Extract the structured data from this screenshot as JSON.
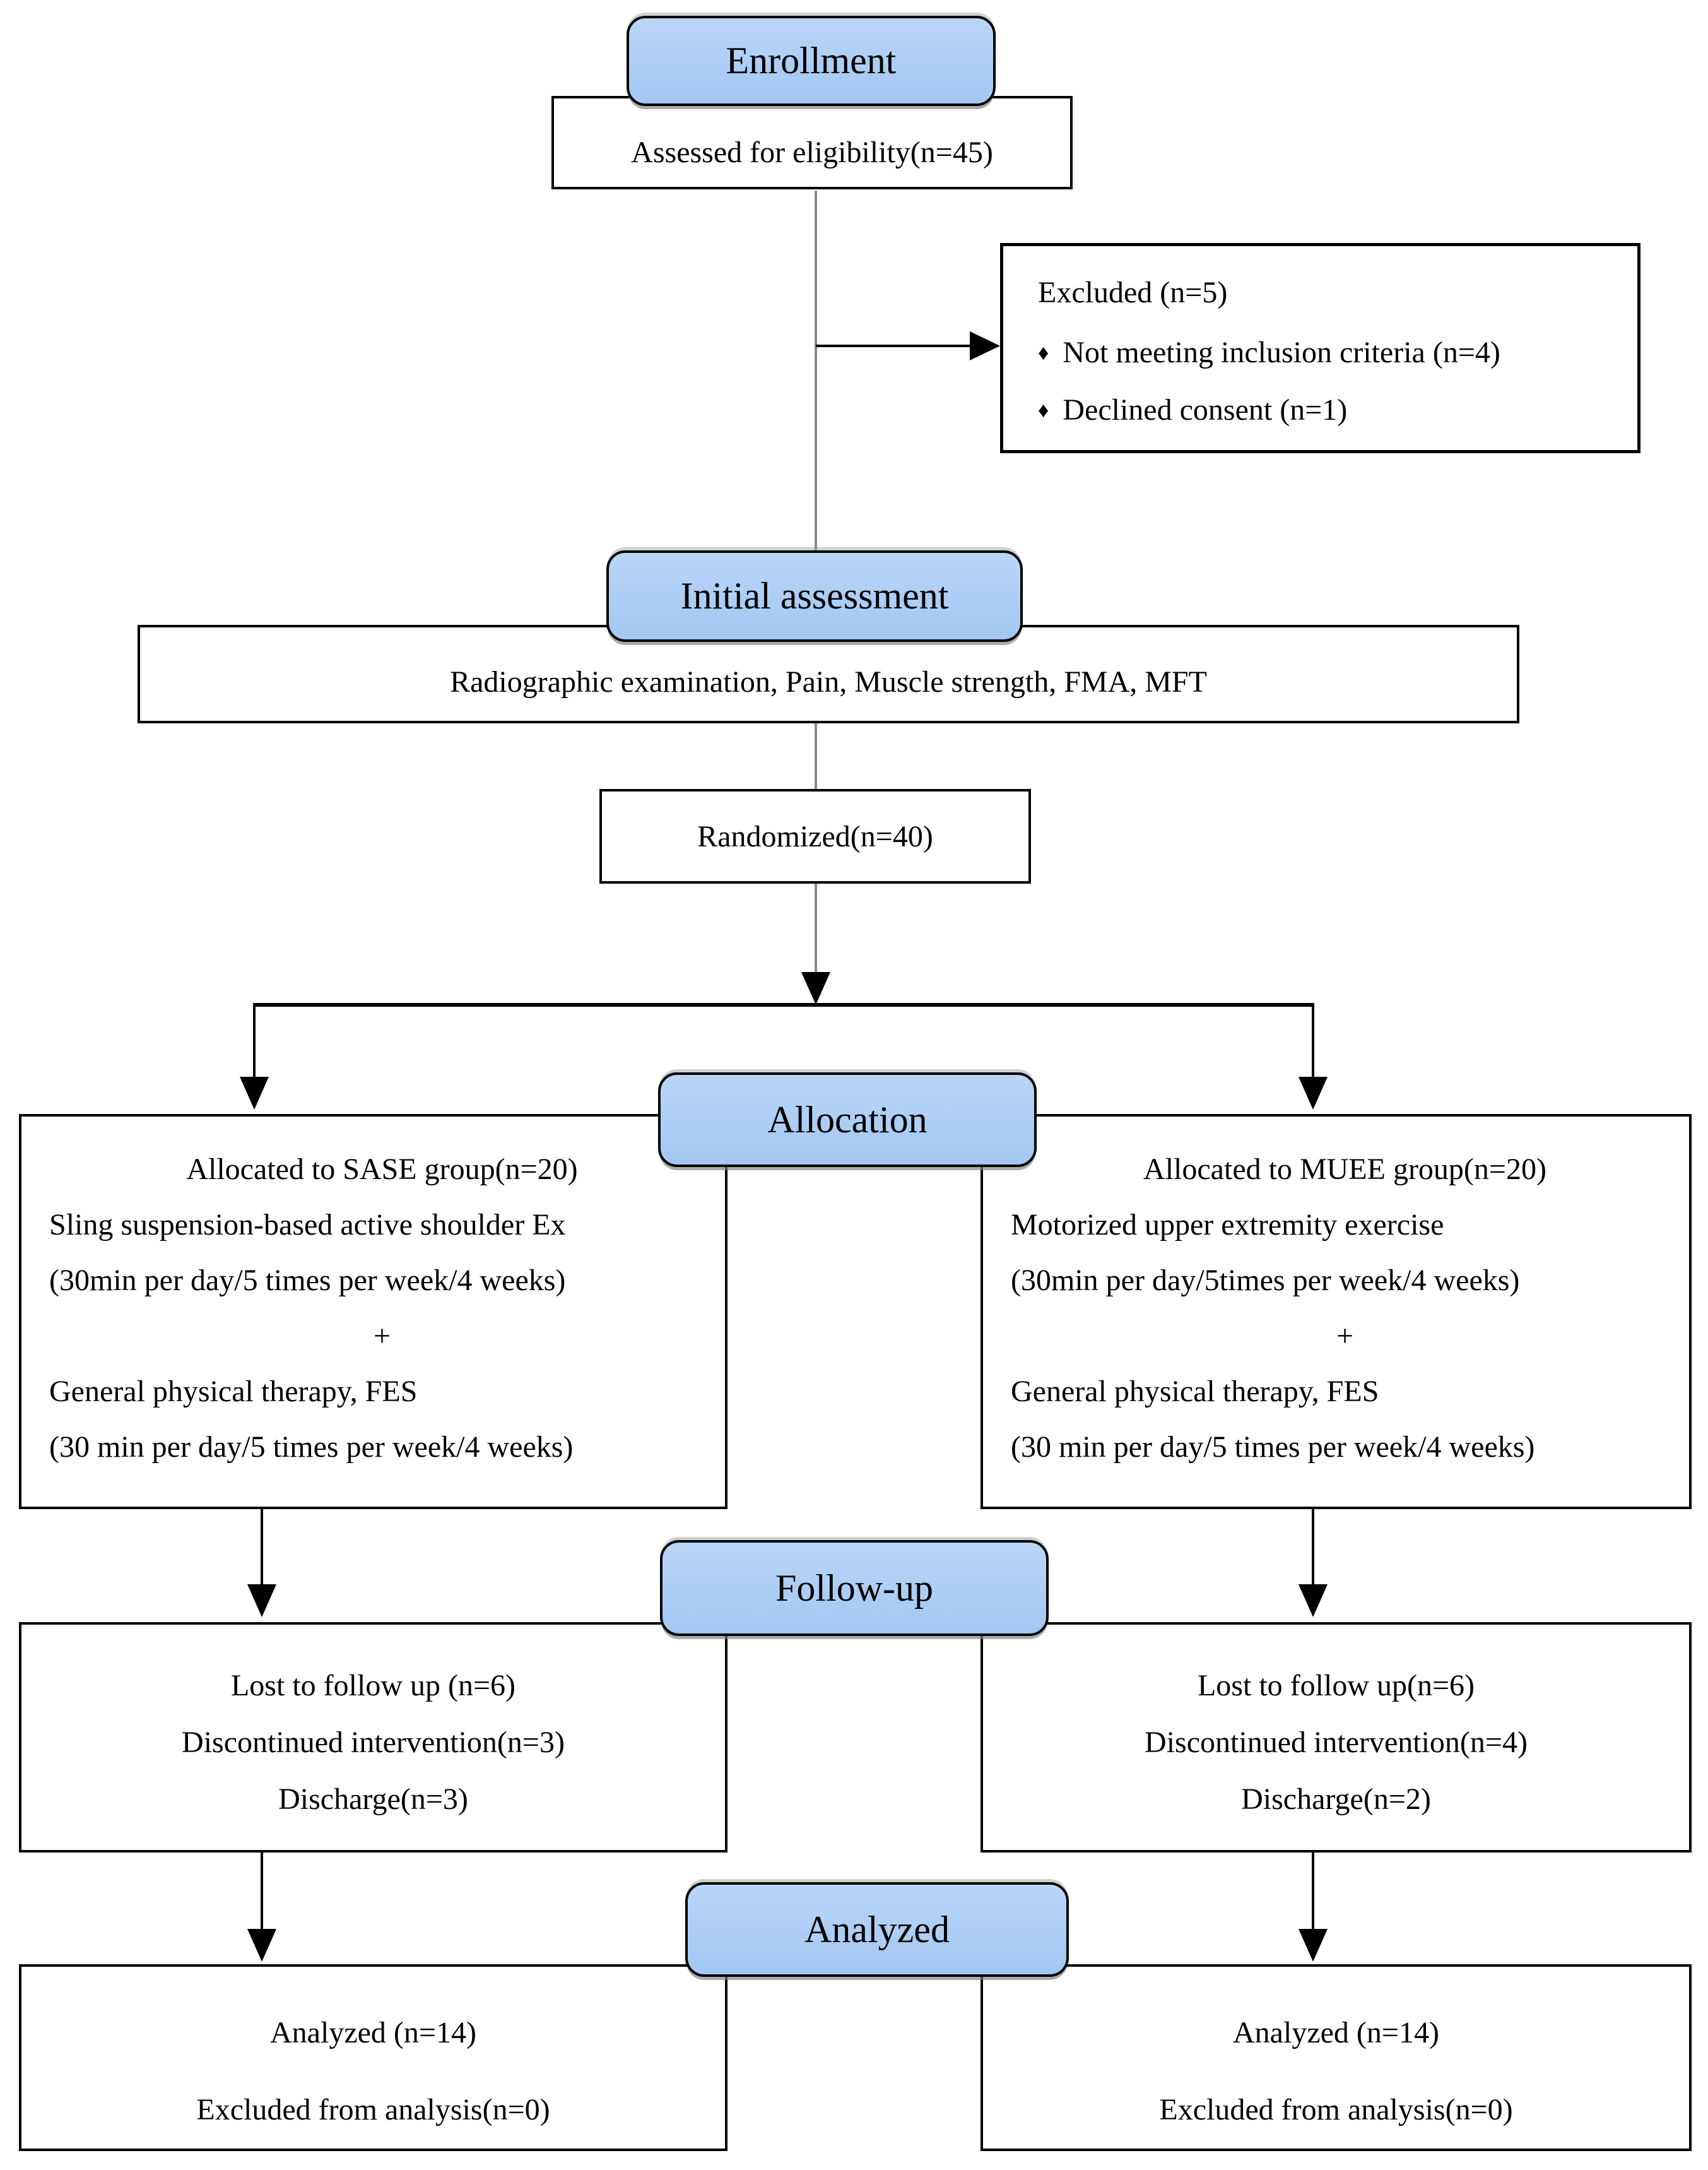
{
  "figure": {
    "stages": {
      "enrollment": "Enrollment",
      "initial_assessment": "Initial assessment",
      "allocation": "Allocation",
      "followup": "Follow-up",
      "analyzed": "Analyzed"
    },
    "enrollment": {
      "assessed": "Assessed for eligibility(n=45)",
      "excluded_title": "Excluded (n=5)",
      "excluded_bullet": "♦",
      "excluded_items": [
        "Not meeting inclusion criteria (n=4)",
        "Declined consent (n=1)"
      ]
    },
    "assessment": {
      "detail": "Radiographic examination, Pain, Muscle strength, FMA, MFT",
      "randomized": "Randomized(n=40)"
    },
    "allocation": {
      "sase": {
        "title": "Allocated to SASE group(n=20)",
        "intervention": "Sling suspension-based active shoulder Ex",
        "dose": "(30min per day/5 times per week/4 weeks)",
        "plus": "+",
        "cotherapy": "General physical therapy, FES",
        "cotherapy_dose": "(30 min per day/5 times per week/4 weeks)"
      },
      "muee": {
        "title": "Allocated to MUEE group(n=20)",
        "intervention": "Motorized upper extremity exercise",
        "dose": "(30min per day/5times per week/4 weeks)",
        "plus": "+",
        "cotherapy": "General physical therapy, FES",
        "cotherapy_dose": "(30 min per day/5 times per week/4 weeks)"
      }
    },
    "followup": {
      "sase": {
        "lost": "Lost to follow up (n=6)",
        "discontinued": "Discontinued intervention(n=3)",
        "discharge": "Discharge(n=3)"
      },
      "muee": {
        "lost": "Lost to follow up(n=6)",
        "discontinued": "Discontinued intervention(n=4)",
        "discharge": "Discharge(n=2)"
      }
    },
    "analysis": {
      "sase": {
        "analyzed": "Analyzed (n=14)",
        "excluded": "Excluded from analysis(n=0)"
      },
      "muee": {
        "analyzed": "Analyzed (n=14)",
        "excluded": "Excluded from analysis(n=0)"
      }
    },
    "colors": {
      "stage_fill": "#a3c7f1",
      "stage_fill_top": "#b9d6f8",
      "border": "#000000",
      "connector_gray": "#8a8a8a",
      "connector_black": "#000000",
      "background": "#ffffff"
    }
  }
}
